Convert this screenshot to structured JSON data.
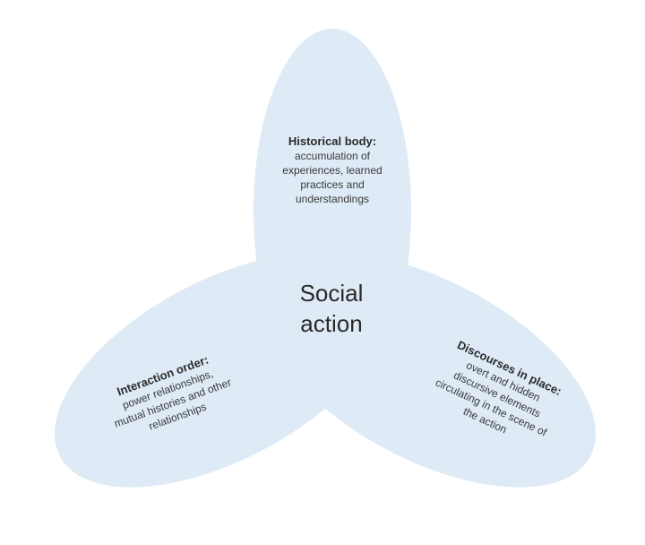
{
  "diagram": {
    "type": "three-ellipse venn",
    "colors": {
      "ellipse_fill": "#dce8f4",
      "overlap_fill": "#c4d8ec",
      "center_fill": "#aec9e4",
      "background": "#ffffff",
      "text": "#333333"
    },
    "center": {
      "label_line1": "Social",
      "label_line2": "action"
    },
    "top": {
      "title": "Historical body:",
      "lines": [
        "accumulation of",
        "experiences, learned",
        "practices and",
        "understandings"
      ]
    },
    "left": {
      "title": "Interaction order:",
      "lines": [
        "power relationships,",
        "mutual histories and other",
        "relationships"
      ]
    },
    "right": {
      "title": "Discourses in place:",
      "lines": [
        "overt and hidden",
        "discursive elements",
        "circulating in the scene of",
        "the action"
      ]
    }
  }
}
